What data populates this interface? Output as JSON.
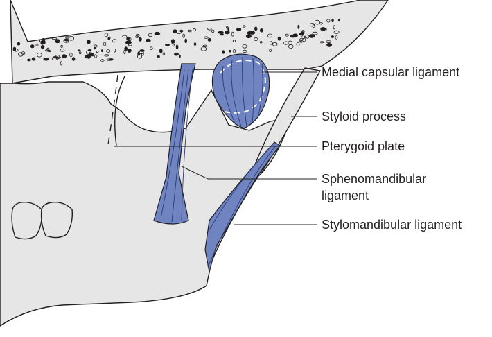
{
  "labels": {
    "medial_capsular_ligament": "Medial capsular ligament",
    "styloid_process": "Styloid process",
    "pterygoid_plate": "Pterygoid plate",
    "sphenomandibular_line1": "Sphenomandibular",
    "sphenomandibular_line2": "ligament",
    "stylomandibular_ligament": "Stylomandibular ligament"
  },
  "colors": {
    "bone_fill": "#e6e6e7",
    "ligament_fill": "#6f84c1",
    "ligament_fiber": "#2b3a73",
    "outline": "#231f20",
    "background": "#ffffff"
  }
}
